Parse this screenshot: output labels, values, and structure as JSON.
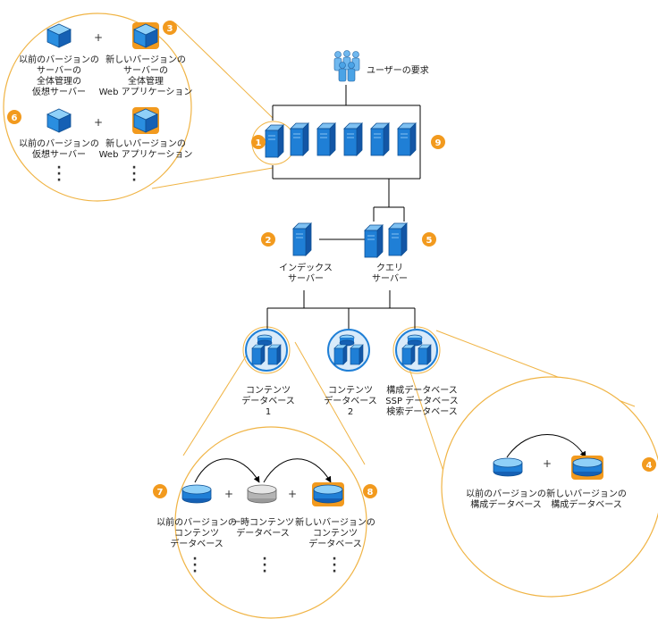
{
  "colors": {
    "accent_orange": "#f29a1e",
    "server_blue": "#1f7fd6",
    "line": "#000000",
    "callout": "#f0b445"
  },
  "top": {
    "users_label": "ユーザーの要求",
    "badge_1": "1",
    "badge_9": "9"
  },
  "web_callout": {
    "badge_3": "3",
    "badge_6": "6",
    "old_admin_vs": [
      "以前のバージョンの",
      "サーバーの",
      "全体管理の",
      "仮想サーバー"
    ],
    "new_admin_app": [
      "新しいバージョンの",
      "サーバーの",
      "全体管理",
      "Web アプリケーション"
    ],
    "old_vs": [
      "以前のバージョンの",
      "仮想サーバー"
    ],
    "new_app": [
      "新しいバージョンの",
      "Web アプリケーション"
    ],
    "plus": "+"
  },
  "servers": {
    "badge_2": "2",
    "badge_5": "5",
    "index_label": [
      "インデックス",
      "サーバー"
    ],
    "query_label": [
      "クエリ",
      "サーバー"
    ]
  },
  "databases": {
    "content1": [
      "コンテンツ",
      "データベース",
      "1"
    ],
    "content2": [
      "コンテンツ",
      "データベース",
      "2"
    ],
    "config": [
      "構成データベース",
      "SSP データベース",
      "検索データベース"
    ]
  },
  "content_callout": {
    "badge_7": "7",
    "badge_8": "8",
    "old_db": [
      "以前のバージョンの",
      "コンテンツ",
      "データベース"
    ],
    "temp_db": [
      "一時コンテンツ",
      "データベース"
    ],
    "new_db": [
      "新しいバージョンの",
      "コンテンツ",
      "データベース"
    ],
    "plus": "+"
  },
  "config_callout": {
    "badge_4": "4",
    "old_config": [
      "以前のバージョンの",
      "構成データベース"
    ],
    "new_config": [
      "新しいバージョンの",
      "構成データベース"
    ],
    "plus": "+"
  }
}
